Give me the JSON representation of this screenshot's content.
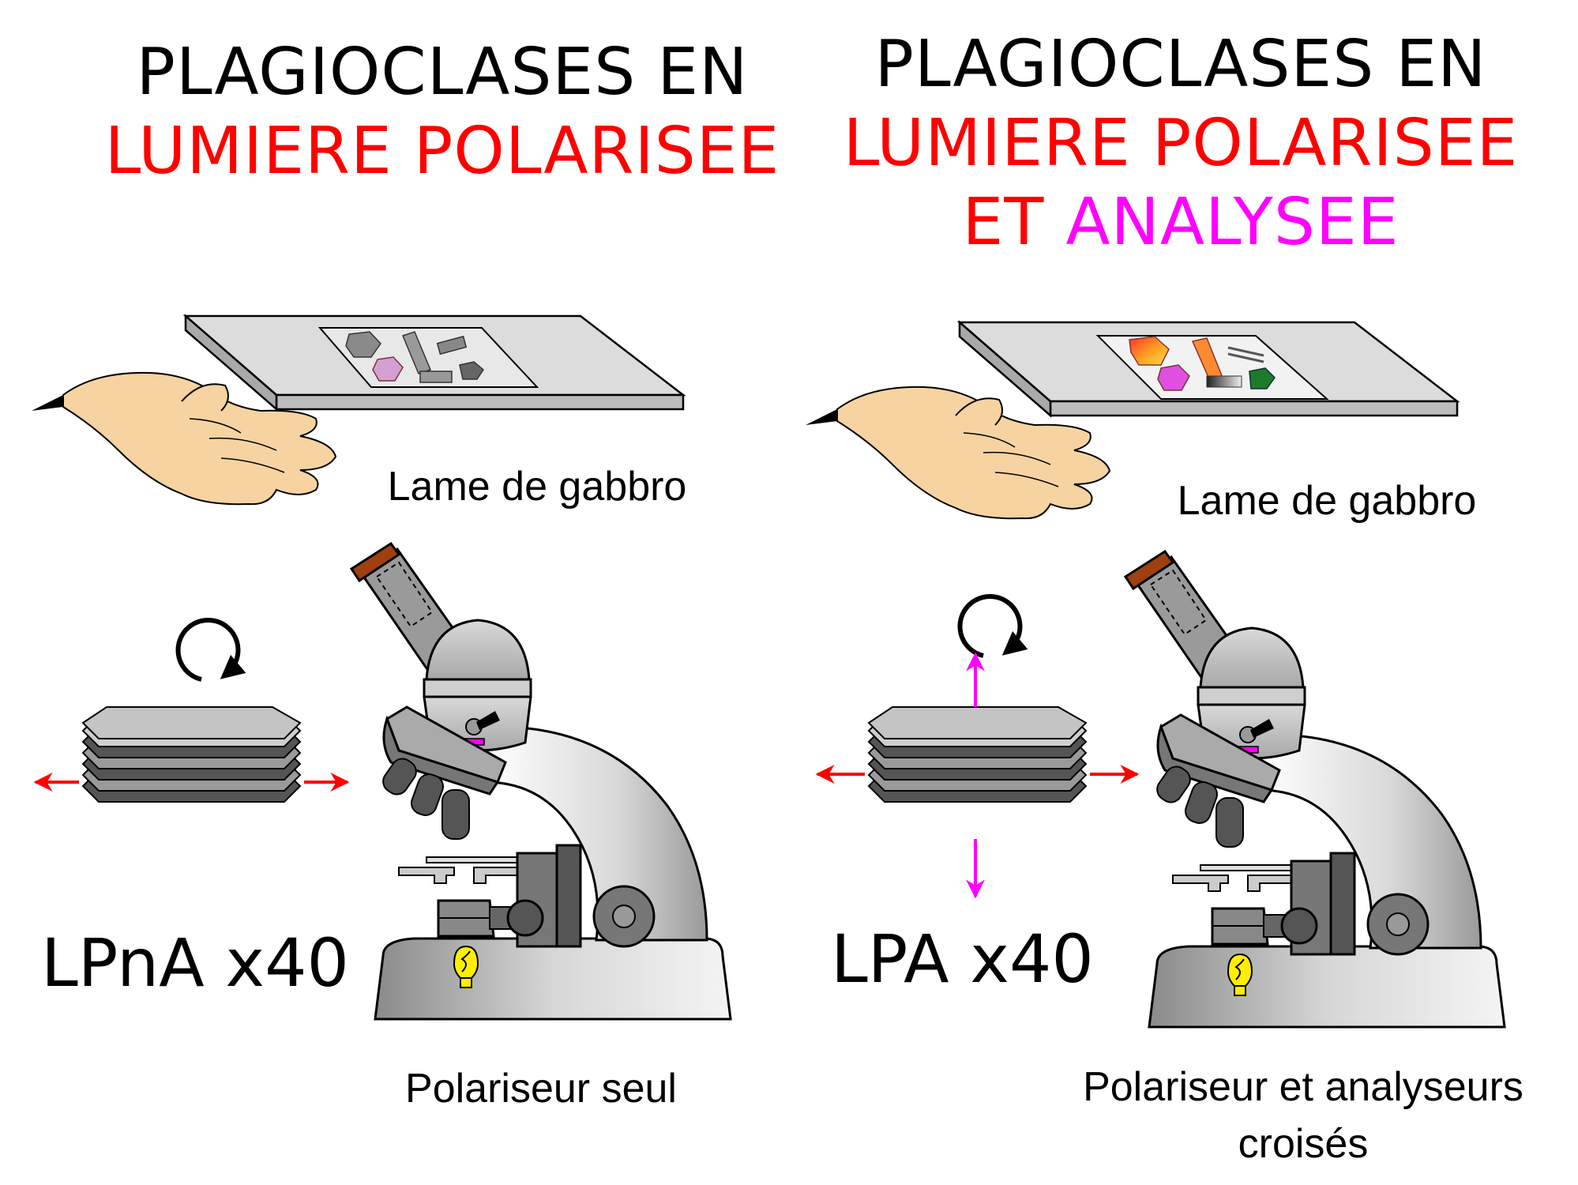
{
  "colors": {
    "black": "#000000",
    "red": "#ff0000",
    "magenta": "#ff00ff",
    "skin": "#f6d3a0",
    "slide": "#dcdcdc",
    "grey_dark": "#555555",
    "grey_mid": "#9a9a9a",
    "grey_light": "#cfcfcf",
    "eyepiece": "#a0400f",
    "bulb": "#ffee00"
  },
  "left": {
    "title_line1": "PLAGIOCLASES EN",
    "title_line2": "LUMIERE POLARISEE",
    "slide_label": "Lame de gabbro",
    "mode": "LPnA x40",
    "caption": "Polariseur seul"
  },
  "right": {
    "title_line1": "PLAGIOCLASES EN",
    "title_line2": "LUMIERE POLARISEE",
    "title_line3a": "ET ",
    "title_line3b": "ANALYSEE",
    "slide_label": "Lame de gabbro",
    "mode": "LPA x40",
    "caption_line1": "Polariseur et analyseurs",
    "caption_line2": "croisés"
  },
  "icons": [
    "hand-icon",
    "thin-section-slide-icon",
    "crystal-stack-icon",
    "rotation-arrow-icon",
    "microscope-icon",
    "light-bulb-icon"
  ]
}
